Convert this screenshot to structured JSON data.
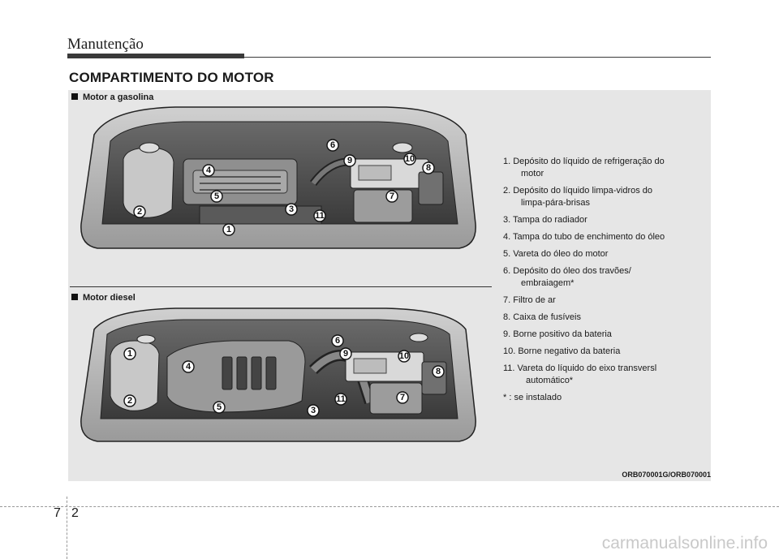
{
  "header": {
    "section": "Manutenção"
  },
  "page": {
    "title": "COMPARTIMENTO DO MOTOR",
    "chapter": "7",
    "number": "2"
  },
  "figures": {
    "gasoline_label": "Motor a gasolina",
    "diesel_label": "Motor diesel",
    "image_code": "ORB070001G/ORB070001"
  },
  "callout_numbers": [
    "1",
    "2",
    "3",
    "4",
    "5",
    "6",
    "7",
    "8",
    "9",
    "10",
    "11"
  ],
  "legend": {
    "items": [
      {
        "line1": "1. Depósito do líquido de refrigeração do",
        "line2": "motor"
      },
      {
        "line1": "2. Depósito do líquido limpa-vidros do",
        "line2": "limpa-pára-brisas"
      },
      {
        "line1": "3. Tampa do radiador"
      },
      {
        "line1": "4. Tampa do tubo de enchimento do óleo"
      },
      {
        "line1": "5. Vareta do óleo do motor"
      },
      {
        "line1": "6. Depósito do óleo dos travões/",
        "line2": "embraiagem*"
      },
      {
        "line1": "7. Filtro de ar"
      },
      {
        "line1": "8. Caixa de fusíveis"
      },
      {
        "line1": "9. Borne positivo da bateria"
      },
      {
        "line1": "10. Borne negativo da bateria"
      },
      {
        "line1": "11. Vareta do líquido do eixo transversl",
        "line2": "automático*"
      },
      {
        "line1": "* : se instalado"
      }
    ]
  },
  "watermark": "carmanualsonline.info"
}
